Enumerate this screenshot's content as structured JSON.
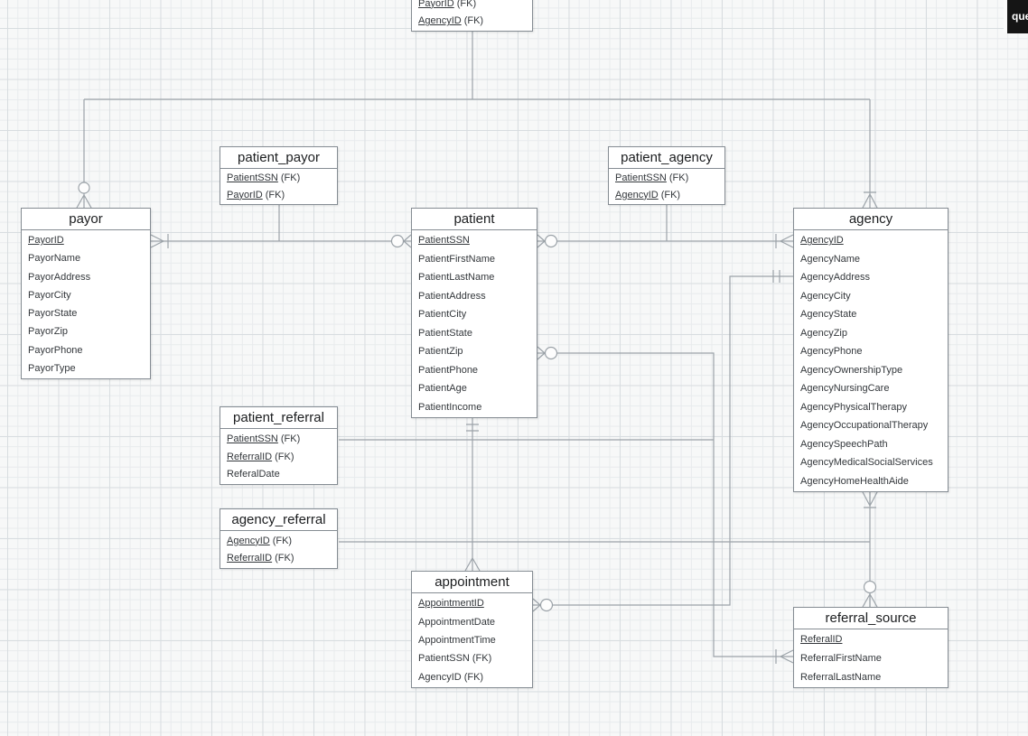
{
  "toolbar": {
    "truncated_button_label": "que"
  },
  "entities": {
    "payor_agency_partial": {
      "title": "",
      "fields": [
        {
          "name": "PayorID",
          "suffix": "(FK)",
          "underline": true
        },
        {
          "name": "AgencyID",
          "suffix": "(FK)",
          "underline": true
        }
      ]
    },
    "patient_payor": {
      "title": "patient_payor",
      "fields": [
        {
          "name": "PatientSSN",
          "suffix": "(FK)",
          "underline": true
        },
        {
          "name": "PayorID",
          "suffix": "(FK)",
          "underline": true
        }
      ]
    },
    "patient_agency": {
      "title": "patient_agency",
      "fields": [
        {
          "name": "PatientSSN",
          "suffix": "(FK)",
          "underline": true
        },
        {
          "name": "AgencyID",
          "suffix": "(FK)",
          "underline": true
        }
      ]
    },
    "payor": {
      "title": "payor",
      "fields": [
        {
          "name": "PayorID",
          "underline": true
        },
        {
          "name": "PayorName"
        },
        {
          "name": "PayorAddress"
        },
        {
          "name": "PayorCity"
        },
        {
          "name": "PayorState"
        },
        {
          "name": "PayorZip"
        },
        {
          "name": "PayorPhone"
        },
        {
          "name": "PayorType"
        }
      ]
    },
    "patient": {
      "title": "patient",
      "fields": [
        {
          "name": "PatientSSN",
          "underline": true
        },
        {
          "name": "PatientFirstName"
        },
        {
          "name": "PatientLastName"
        },
        {
          "name": "PatientAddress"
        },
        {
          "name": "PatientCity"
        },
        {
          "name": "PatientState"
        },
        {
          "name": "PatientZip"
        },
        {
          "name": "PatientPhone"
        },
        {
          "name": "PatientAge"
        },
        {
          "name": "PatientIncome"
        }
      ]
    },
    "agency": {
      "title": "agency",
      "fields": [
        {
          "name": "AgencyID",
          "underline": true
        },
        {
          "name": "AgencyName"
        },
        {
          "name": "AgencyAddress"
        },
        {
          "name": "AgencyCity"
        },
        {
          "name": "AgencyState"
        },
        {
          "name": "AgencyZip"
        },
        {
          "name": "AgencyPhone"
        },
        {
          "name": "AgencyOwnershipType"
        },
        {
          "name": "AgencyNursingCare"
        },
        {
          "name": "AgencyPhysicalTherapy"
        },
        {
          "name": "AgencyOccupationalTherapy"
        },
        {
          "name": "AgencySpeechPath"
        },
        {
          "name": "AgencyMedicalSocialServices"
        },
        {
          "name": "AgencyHomeHealthAide"
        }
      ]
    },
    "patient_referral": {
      "title": "patient_referral",
      "fields": [
        {
          "name": "PatientSSN",
          "suffix": "(FK)",
          "underline": true
        },
        {
          "name": "ReferralID",
          "suffix": "(FK)",
          "underline": true
        },
        {
          "name": "ReferalDate"
        }
      ]
    },
    "agency_referral": {
      "title": "agency_referral",
      "fields": [
        {
          "name": "AgencyID",
          "suffix": "(FK)",
          "underline": true
        },
        {
          "name": "ReferralID",
          "suffix": "(FK)",
          "underline": true
        }
      ]
    },
    "appointment": {
      "title": "appointment",
      "fields": [
        {
          "name": "AppointmentID",
          "underline": true
        },
        {
          "name": "AppointmentDate"
        },
        {
          "name": "AppointmentTime"
        },
        {
          "name": "PatientSSN",
          "suffix": "(FK)"
        },
        {
          "name": "AgencyID",
          "suffix": "(FK)"
        }
      ]
    },
    "referral_source": {
      "title": "referral_source",
      "fields": [
        {
          "name": "ReferalID",
          "underline": true
        },
        {
          "name": "ReferralFirstName"
        },
        {
          "name": "ReferralLastName"
        }
      ]
    }
  },
  "relationships": [
    {
      "from": "payor",
      "to": "agency",
      "via": "payor_agency_partial",
      "from_cardinality": "zero-or-many",
      "to_cardinality": "one-or-many"
    },
    {
      "from": "payor",
      "to": "patient",
      "via": "patient_payor",
      "from_cardinality": "one-or-many",
      "to_cardinality": "zero-or-many"
    },
    {
      "from": "patient",
      "to": "agency",
      "via": "patient_agency",
      "from_cardinality": "zero-or-many",
      "to_cardinality": "one-or-many"
    },
    {
      "from": "patient",
      "to": "referral_source",
      "via": "patient_referral",
      "from_cardinality": "zero-or-many",
      "to_cardinality": "one-or-many"
    },
    {
      "from": "agency",
      "to": "referral_source",
      "via": "agency_referral",
      "from_cardinality": "one-or-many",
      "to_cardinality": "zero-or-many"
    },
    {
      "from": "patient",
      "to": "appointment",
      "from_cardinality": "exactly-one",
      "to_cardinality": "many"
    },
    {
      "from": "agency",
      "to": "appointment",
      "from_cardinality": "exactly-one",
      "to_cardinality": "zero-or-many"
    }
  ],
  "colors": {
    "connector": "#9ba2a8",
    "entity_border": "#858c93",
    "grid_minor": "#e8ebed",
    "grid_major": "#d8dde0"
  }
}
